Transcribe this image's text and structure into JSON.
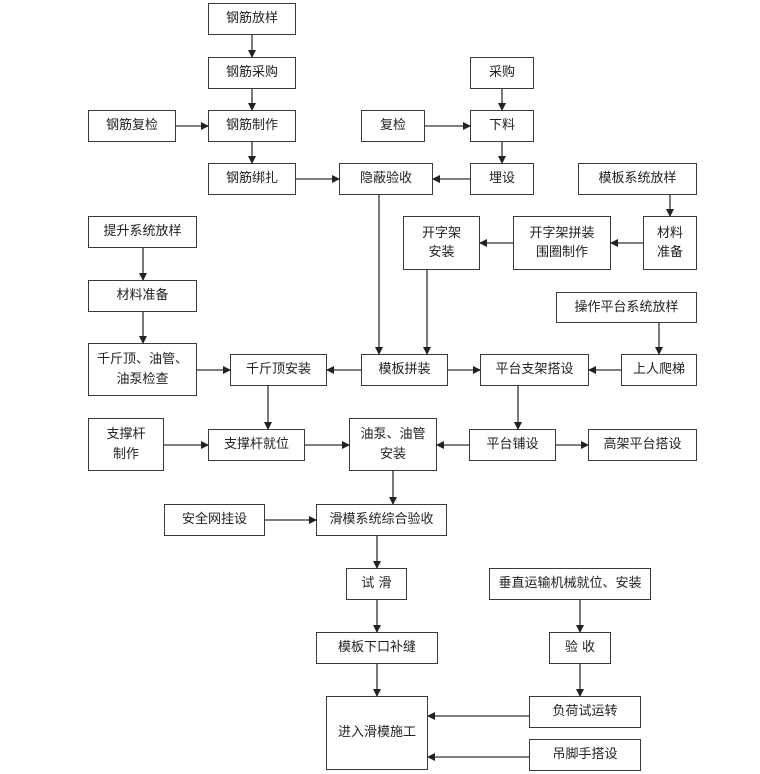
{
  "diagram": {
    "type": "flowchart",
    "nodes": [
      {
        "id": "rebar_layout",
        "label": "钢筋放样"
      },
      {
        "id": "rebar_purchase",
        "label": "钢筋采购"
      },
      {
        "id": "rebar_recheck",
        "label": "钢筋复检"
      },
      {
        "id": "rebar_making",
        "label": "钢筋制作"
      },
      {
        "id": "rebar_binding",
        "label": "钢筋绑扎"
      },
      {
        "id": "purchase",
        "label": "采购"
      },
      {
        "id": "recheck",
        "label": "复检"
      },
      {
        "id": "cutting",
        "label": "下料"
      },
      {
        "id": "concealed_acceptance",
        "label": "隐蔽验收"
      },
      {
        "id": "embedding",
        "label": "埋设"
      },
      {
        "id": "formwork_layout",
        "label": "模板系统放样"
      },
      {
        "id": "frame_install",
        "label": "开字架\n安装"
      },
      {
        "id": "frame_assembly",
        "label": "开字架拼装\n围圈制作"
      },
      {
        "id": "material_prep_right",
        "label": "材料\n准备"
      },
      {
        "id": "lift_layout",
        "label": "提升系统放样"
      },
      {
        "id": "material_prep_left",
        "label": "材料准备"
      },
      {
        "id": "platform_layout",
        "label": "操作平台系统放样"
      },
      {
        "id": "jack_check",
        "label": "千斤顶、油管、\n油泵检查"
      },
      {
        "id": "jack_install",
        "label": "千斤顶安装"
      },
      {
        "id": "formwork_assembly",
        "label": "模板拼装"
      },
      {
        "id": "platform_support",
        "label": "平台支架搭设"
      },
      {
        "id": "ladder",
        "label": "上人爬梯"
      },
      {
        "id": "rod_making",
        "label": "支撑杆\n制作"
      },
      {
        "id": "rod_position",
        "label": "支撑杆就位"
      },
      {
        "id": "pump_install",
        "label": "油泵、油管\n安装"
      },
      {
        "id": "platform_paving",
        "label": "平台铺设"
      },
      {
        "id": "elevated_platform",
        "label": "高架平台搭设"
      },
      {
        "id": "safety_net",
        "label": "安全网挂设"
      },
      {
        "id": "slipform_acceptance",
        "label": "滑模系统综合验收"
      },
      {
        "id": "trial_slide",
        "label": "试  滑"
      },
      {
        "id": "vertical_transport",
        "label": "垂直运输机械就位、安装"
      },
      {
        "id": "gap_sealing",
        "label": "模板下口补缝"
      },
      {
        "id": "acceptance",
        "label": "验  收"
      },
      {
        "id": "enter_slipform",
        "label": "进入滑模施工"
      },
      {
        "id": "load_test",
        "label": "负荷试运转"
      },
      {
        "id": "scaffold",
        "label": "吊脚手搭设"
      }
    ],
    "edges": [
      {
        "from": "rebar_layout",
        "to": "rebar_purchase"
      },
      {
        "from": "rebar_purchase",
        "to": "rebar_making"
      },
      {
        "from": "rebar_recheck",
        "to": "rebar_making"
      },
      {
        "from": "rebar_making",
        "to": "rebar_binding"
      },
      {
        "from": "rebar_binding",
        "to": "concealed_acceptance"
      },
      {
        "from": "purchase",
        "to": "cutting"
      },
      {
        "from": "recheck",
        "to": "cutting"
      },
      {
        "from": "cutting",
        "to": "embedding"
      },
      {
        "from": "embedding",
        "to": "concealed_acceptance"
      },
      {
        "from": "formwork_layout",
        "to": "material_prep_right"
      },
      {
        "from": "material_prep_right",
        "to": "frame_assembly"
      },
      {
        "from": "frame_assembly",
        "to": "frame_install"
      },
      {
        "from": "concealed_acceptance",
        "to": "formwork_assembly"
      },
      {
        "from": "frame_install",
        "to": "formwork_assembly"
      },
      {
        "from": "lift_layout",
        "to": "material_prep_left"
      },
      {
        "from": "material_prep_left",
        "to": "jack_check"
      },
      {
        "from": "jack_check",
        "to": "jack_install"
      },
      {
        "from": "formwork_assembly",
        "to": "jack_install"
      },
      {
        "from": "formwork_assembly",
        "to": "platform_support"
      },
      {
        "from": "platform_layout",
        "to": "ladder"
      },
      {
        "from": "ladder",
        "to": "platform_support"
      },
      {
        "from": "jack_install",
        "to": "rod_position"
      },
      {
        "from": "rod_making",
        "to": "rod_position"
      },
      {
        "from": "rod_position",
        "to": "pump_install"
      },
      {
        "from": "platform_support",
        "to": "platform_paving"
      },
      {
        "from": "platform_paving",
        "to": "pump_install"
      },
      {
        "from": "platform_paving",
        "to": "elevated_platform"
      },
      {
        "from": "pump_install",
        "to": "slipform_acceptance"
      },
      {
        "from": "safety_net",
        "to": "slipform_acceptance"
      },
      {
        "from": "slipform_acceptance",
        "to": "trial_slide"
      },
      {
        "from": "trial_slide",
        "to": "gap_sealing"
      },
      {
        "from": "gap_sealing",
        "to": "enter_slipform"
      },
      {
        "from": "vertical_transport",
        "to": "acceptance"
      },
      {
        "from": "acceptance",
        "to": "load_test"
      },
      {
        "from": "load_test",
        "to": "enter_slipform"
      },
      {
        "from": "scaffold",
        "to": "enter_slipform"
      }
    ]
  }
}
